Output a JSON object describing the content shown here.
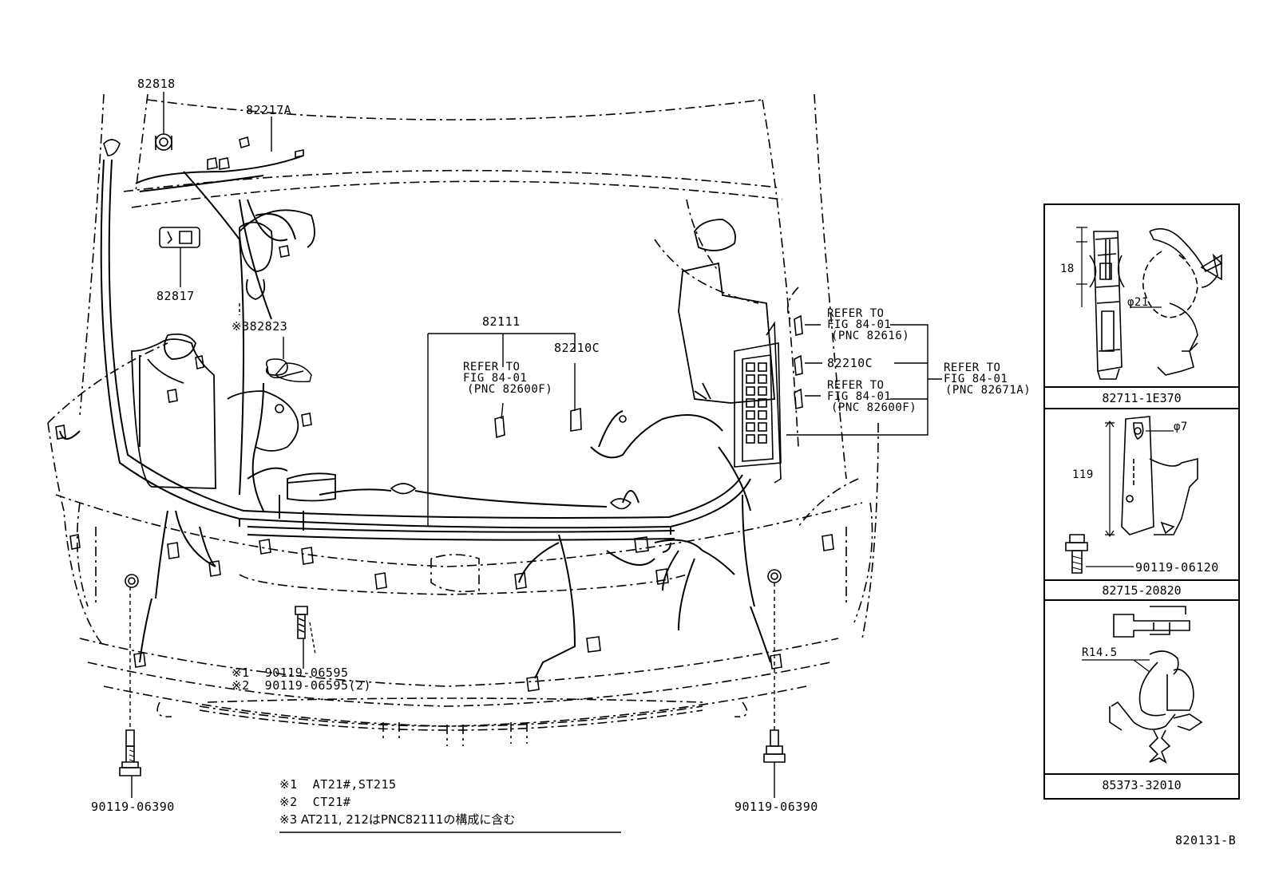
{
  "diagram_id": "820131-B",
  "part_labels": {
    "p82818": "82818",
    "p82217a": "82217A",
    "p82817": "82817",
    "p82823": "※382823",
    "p82111": "82111",
    "p82210c_center": "82210C",
    "p82210c_right": "82210C",
    "bolt_center_1": "※1  90119-06595",
    "bolt_center_2": "※2  90119-06595(2)",
    "bolt_left": "90119-06390",
    "bolt_right": "90119-06390"
  },
  "refer_notes": {
    "center": {
      "line1": "REFER TO",
      "line2": "FIG 84-01",
      "line3": "(PNC 82600F)"
    },
    "right_top": {
      "line1": "REFER TO",
      "line2": "FIG 84-01",
      "line3": "(PNC 82616)"
    },
    "right_bottom": {
      "line1": "REFER TO",
      "line2": "FIG 84-01",
      "line3": "(PNC 82600F)"
    },
    "far_right": {
      "line1": "REFER TO",
      "line2": "FIG 84-01",
      "line3": "(PNC 82671A)"
    }
  },
  "footnotes": {
    "n1": "※1  AT21#,ST215",
    "n2": "※2  CT21#",
    "n3": "※3 AT211, 212はPNC82111の構成に含む"
  },
  "side_panels": {
    "panel1": {
      "part": "82711-1E370",
      "dim_height": "18",
      "dim_dia": "φ21"
    },
    "panel2": {
      "part": "82715-20820",
      "dim_height": "119",
      "dim_dia": "φ7",
      "bolt": "90119-06120"
    },
    "panel3": {
      "part": "85373-32010",
      "dim_radius": "R14.5"
    }
  }
}
